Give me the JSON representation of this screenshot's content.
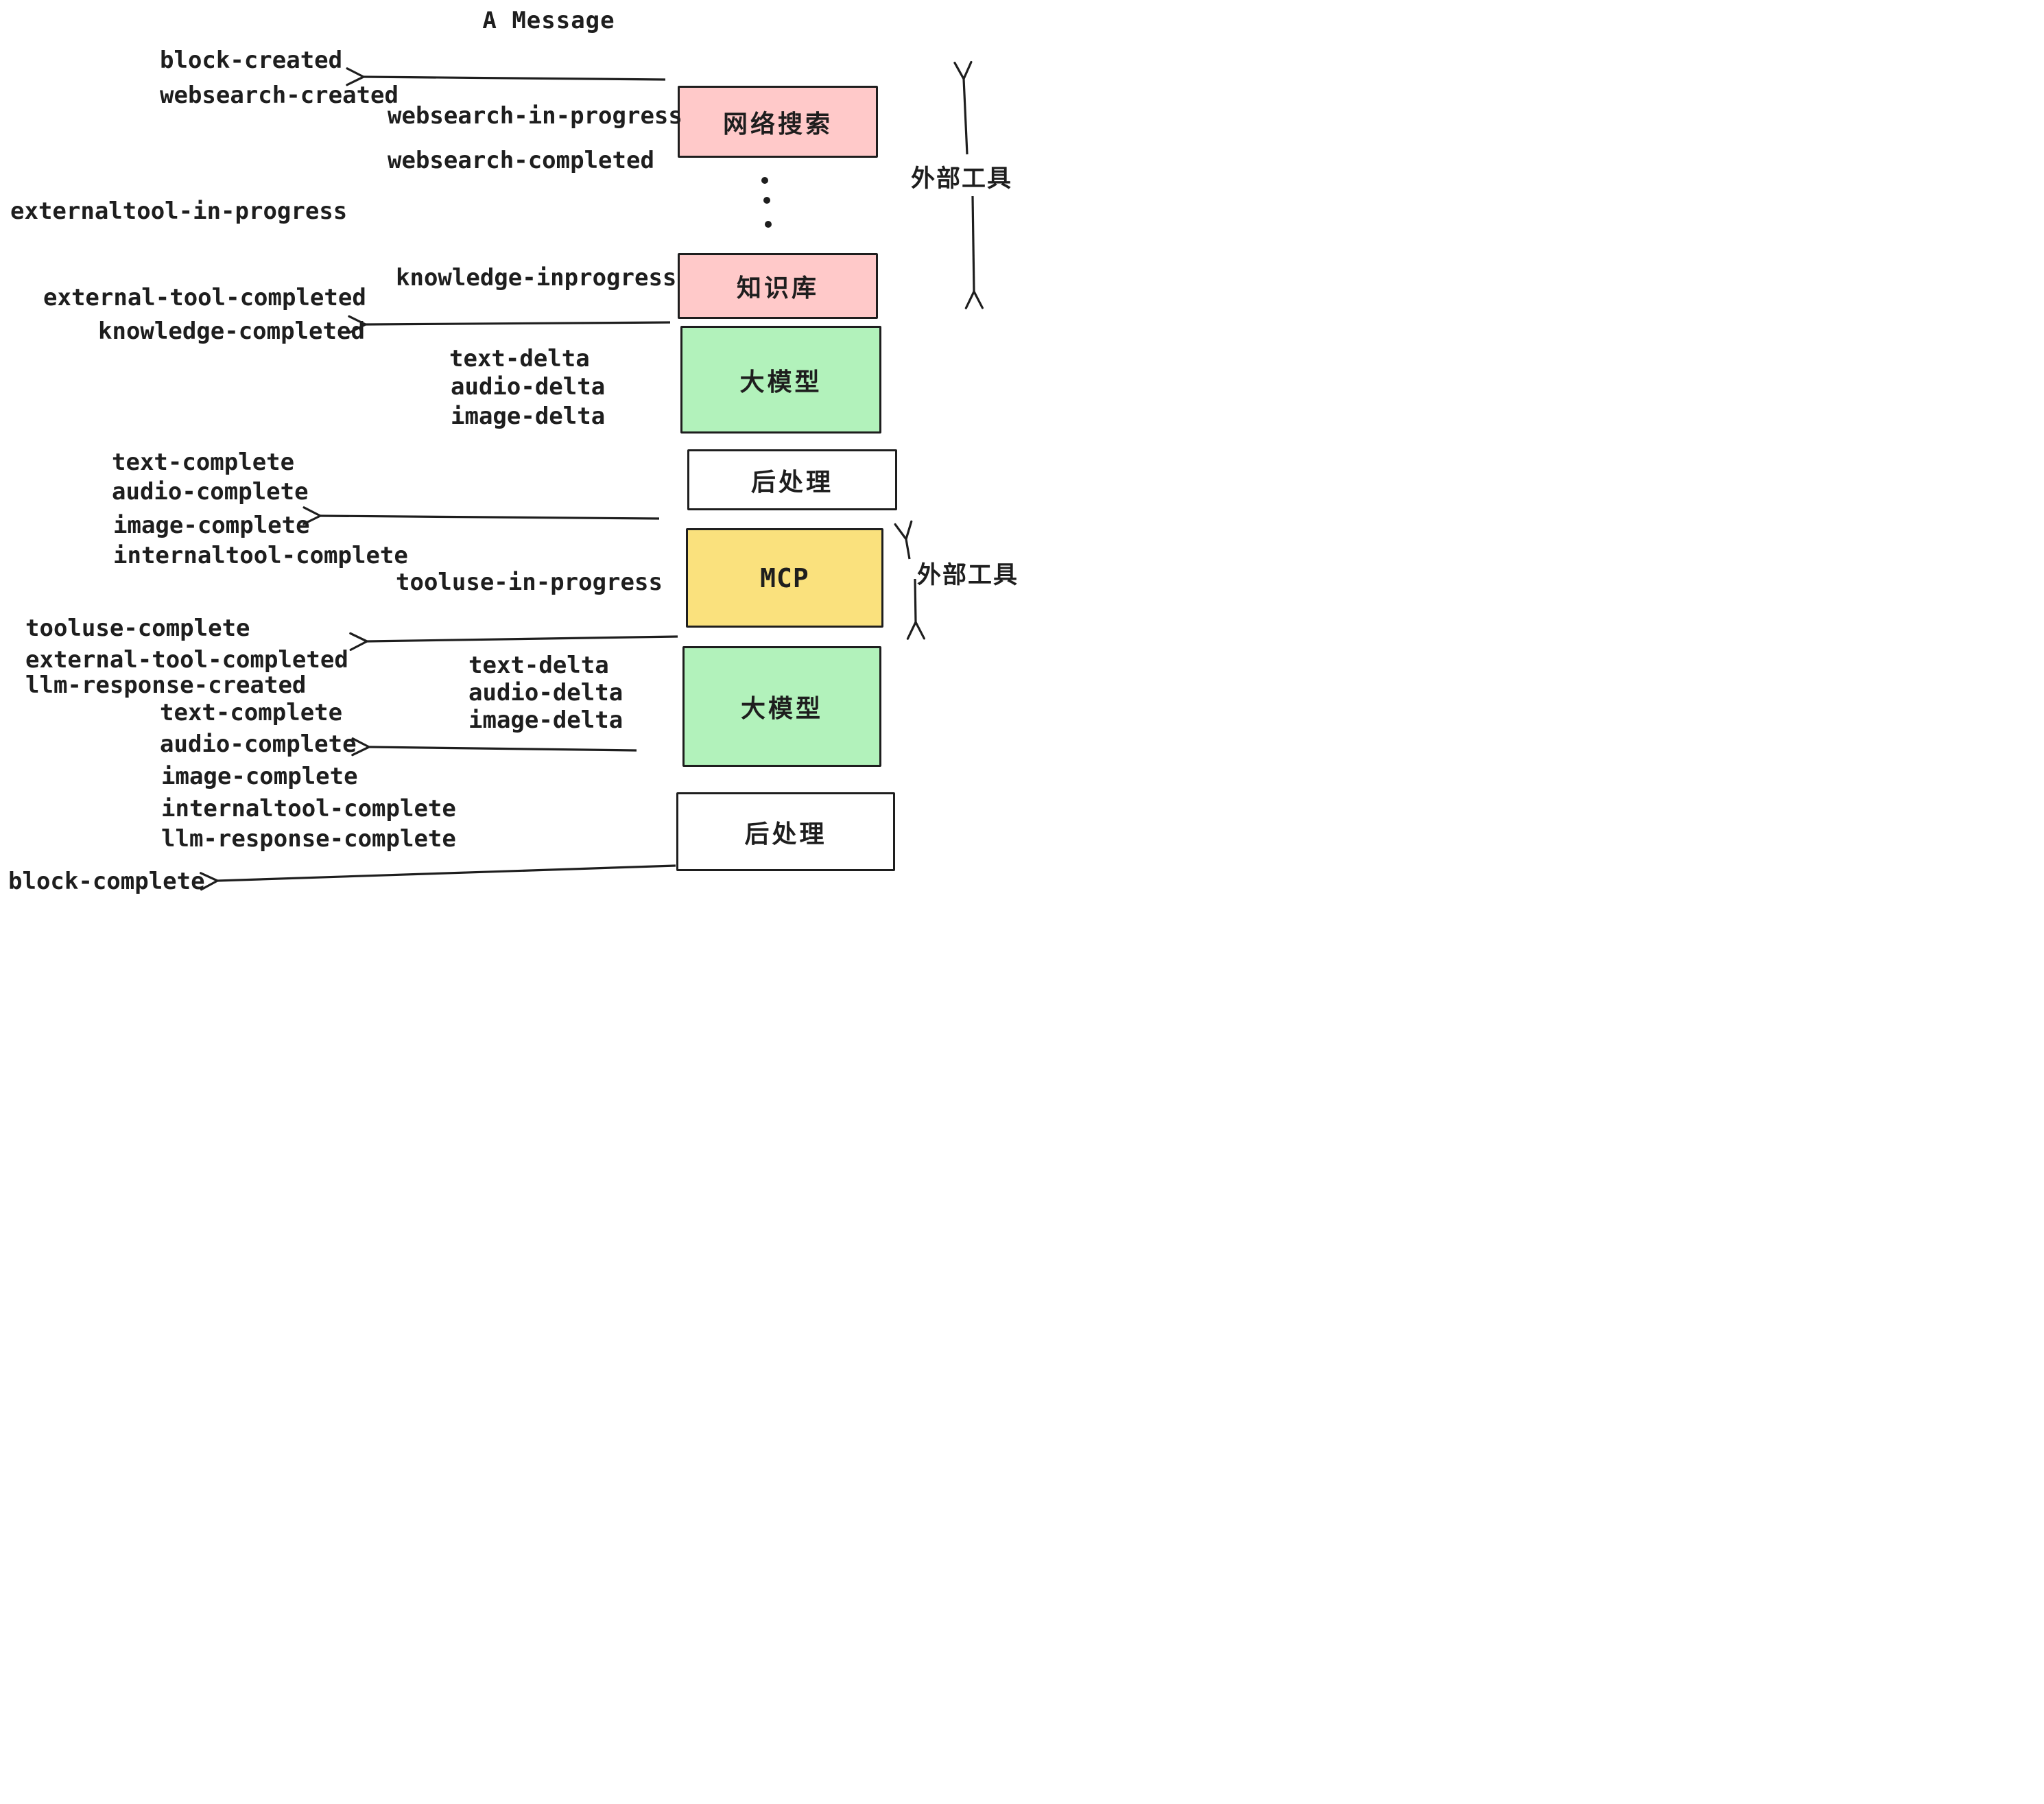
{
  "title": "A Message",
  "colors": {
    "external_tool_box": "#ffc9c9",
    "llm_box": "#b2f2bb",
    "mcp_box": "#fae17d",
    "postprocess_box": "#ffffff",
    "line": "#1e1e1e"
  },
  "boxes": [
    {
      "name": "websearch-box",
      "label": "网络搜索",
      "color": "#ffc9c9"
    },
    {
      "name": "knowledge-box",
      "label": "知识库",
      "color": "#ffc9c9"
    },
    {
      "name": "llm-box-1",
      "label": "大模型",
      "color": "#b2f2bb"
    },
    {
      "name": "postprocess-box-1",
      "label": "后处理",
      "color": "#ffffff"
    },
    {
      "name": "mcp-box",
      "label": "MCP",
      "color": "#fae17d"
    },
    {
      "name": "llm-box-2",
      "label": "大模型",
      "color": "#b2f2bb"
    },
    {
      "name": "postprocess-box-2",
      "label": "后处理",
      "color": "#ffffff"
    }
  ],
  "side_labels": [
    {
      "name": "external-tools-label-1",
      "text": "外部工具"
    },
    {
      "name": "external-tools-label-2",
      "text": "外部工具"
    }
  ],
  "events": [
    {
      "text": "block-created"
    },
    {
      "text": "websearch-created"
    },
    {
      "text": "websearch-in-progress"
    },
    {
      "text": "websearch-completed"
    },
    {
      "text": "externaltool-in-progress"
    },
    {
      "text": "knowledge-inprogress"
    },
    {
      "text": "external-tool-completed"
    },
    {
      "text": "knowledge-completed"
    },
    {
      "text": "text-delta"
    },
    {
      "text": "audio-delta"
    },
    {
      "text": "image-delta"
    },
    {
      "text": "text-complete"
    },
    {
      "text": "audio-complete"
    },
    {
      "text": "image-complete"
    },
    {
      "text": "internaltool-complete"
    },
    {
      "text": "tooluse-in-progress"
    },
    {
      "text": "tooluse-complete"
    },
    {
      "text": "external-tool-completed"
    },
    {
      "text": "llm-response-created"
    },
    {
      "text": "text-delta"
    },
    {
      "text": "audio-delta"
    },
    {
      "text": "image-delta"
    },
    {
      "text": "text-complete"
    },
    {
      "text": "audio-complete"
    },
    {
      "text": "image-complete"
    },
    {
      "text": "internaltool-complete"
    },
    {
      "text": "llm-response-complete"
    },
    {
      "text": "block-complete"
    }
  ]
}
